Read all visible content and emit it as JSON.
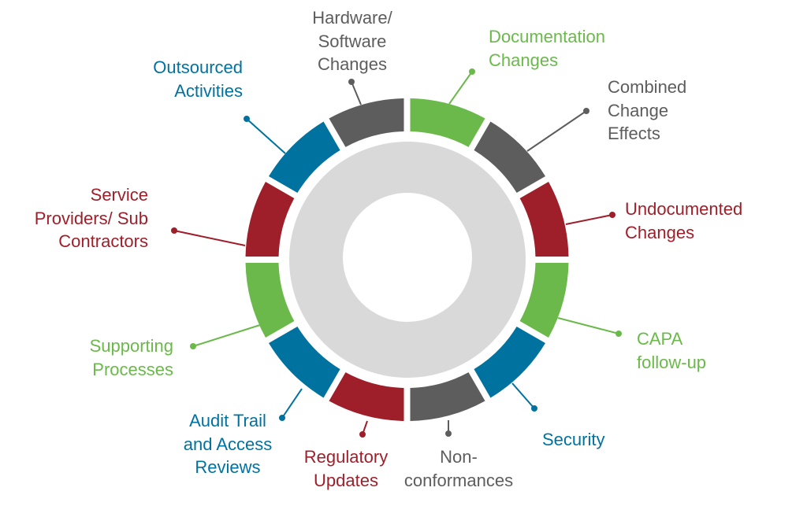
{
  "colors": {
    "green": "#6ab94a",
    "gray": "#5d5d5d",
    "red": "#9e1f2a",
    "blue": "#0072a0",
    "hub": "#d9d9d9"
  },
  "segments": [
    {
      "id": "documentation",
      "color": "green",
      "lines": [
        "Documentation",
        "Changes"
      ]
    },
    {
      "id": "combined",
      "color": "gray",
      "lines": [
        "Combined",
        "Change",
        "Effects"
      ]
    },
    {
      "id": "undocumented",
      "color": "red",
      "lines": [
        "Undocumented",
        "Changes"
      ]
    },
    {
      "id": "capa",
      "color": "green",
      "lines": [
        "CAPA",
        "follow-up"
      ]
    },
    {
      "id": "security",
      "color": "blue",
      "lines": [
        "Security"
      ]
    },
    {
      "id": "nonconformances",
      "color": "gray",
      "lines": [
        "Non-",
        "conformances"
      ]
    },
    {
      "id": "regulatory",
      "color": "red",
      "lines": [
        "Regulatory",
        "Updates"
      ]
    },
    {
      "id": "audit",
      "color": "blue",
      "lines": [
        "Audit Trail",
        "and Access",
        "Reviews"
      ]
    },
    {
      "id": "supporting",
      "color": "green",
      "lines": [
        "Supporting",
        "Processes"
      ]
    },
    {
      "id": "service",
      "color": "red",
      "lines": [
        "Service",
        "Providers/ Sub",
        "Contractors"
      ]
    },
    {
      "id": "outsourced",
      "color": "blue",
      "lines": [
        "Outsourced",
        "Activities"
      ]
    },
    {
      "id": "hardware",
      "color": "gray",
      "lines": [
        "Hardware/",
        "Software",
        "Changes"
      ]
    }
  ]
}
